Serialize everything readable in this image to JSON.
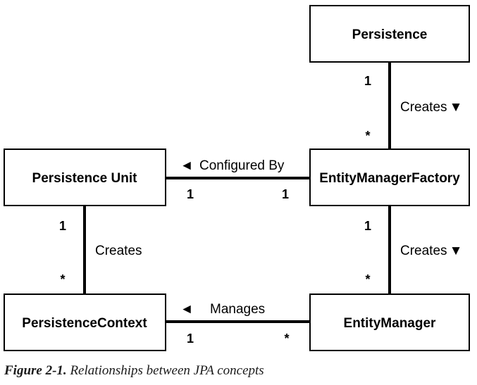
{
  "diagram": {
    "boxes": {
      "persistence": "Persistence",
      "persistence_unit": "Persistence Unit",
      "entity_manager_factory": "EntityManagerFactory",
      "persistence_context": "PersistenceContext",
      "entity_manager": "EntityManager"
    },
    "edges": {
      "persistence_to_emf": {
        "label": "Creates",
        "arrow": "▼",
        "mult_top": "1",
        "mult_bottom": "*"
      },
      "unit_to_emf": {
        "label": "Configured By",
        "arrow": "◄",
        "mult_left": "1",
        "mult_right": "1"
      },
      "unit_to_context": {
        "label": "Creates",
        "mult_top": "1",
        "mult_bottom": "*"
      },
      "emf_to_em": {
        "label": "Creates",
        "arrow": "▼",
        "mult_top": "1",
        "mult_bottom": "*"
      },
      "context_to_em": {
        "label": "Manages",
        "arrow": "◄",
        "mult_left": "1",
        "mult_right": "*"
      }
    }
  },
  "caption": {
    "figure_label": "Figure 2-1.",
    "text": "Relationships between JPA concepts"
  }
}
